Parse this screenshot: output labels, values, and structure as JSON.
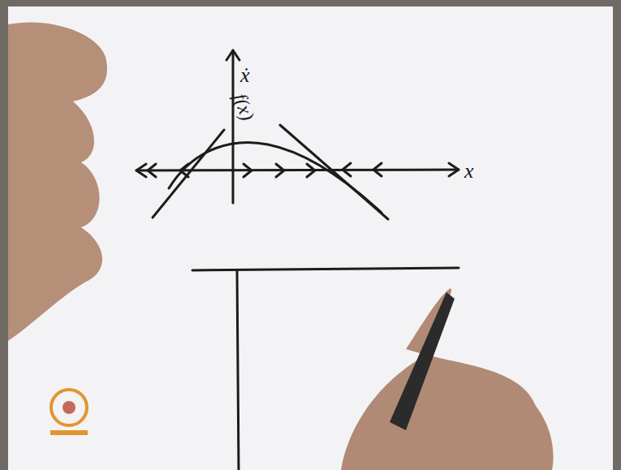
{
  "diagram": {
    "labels": [
      "ẋ",
      "f(x)",
      "x"
    ]
  }
}
